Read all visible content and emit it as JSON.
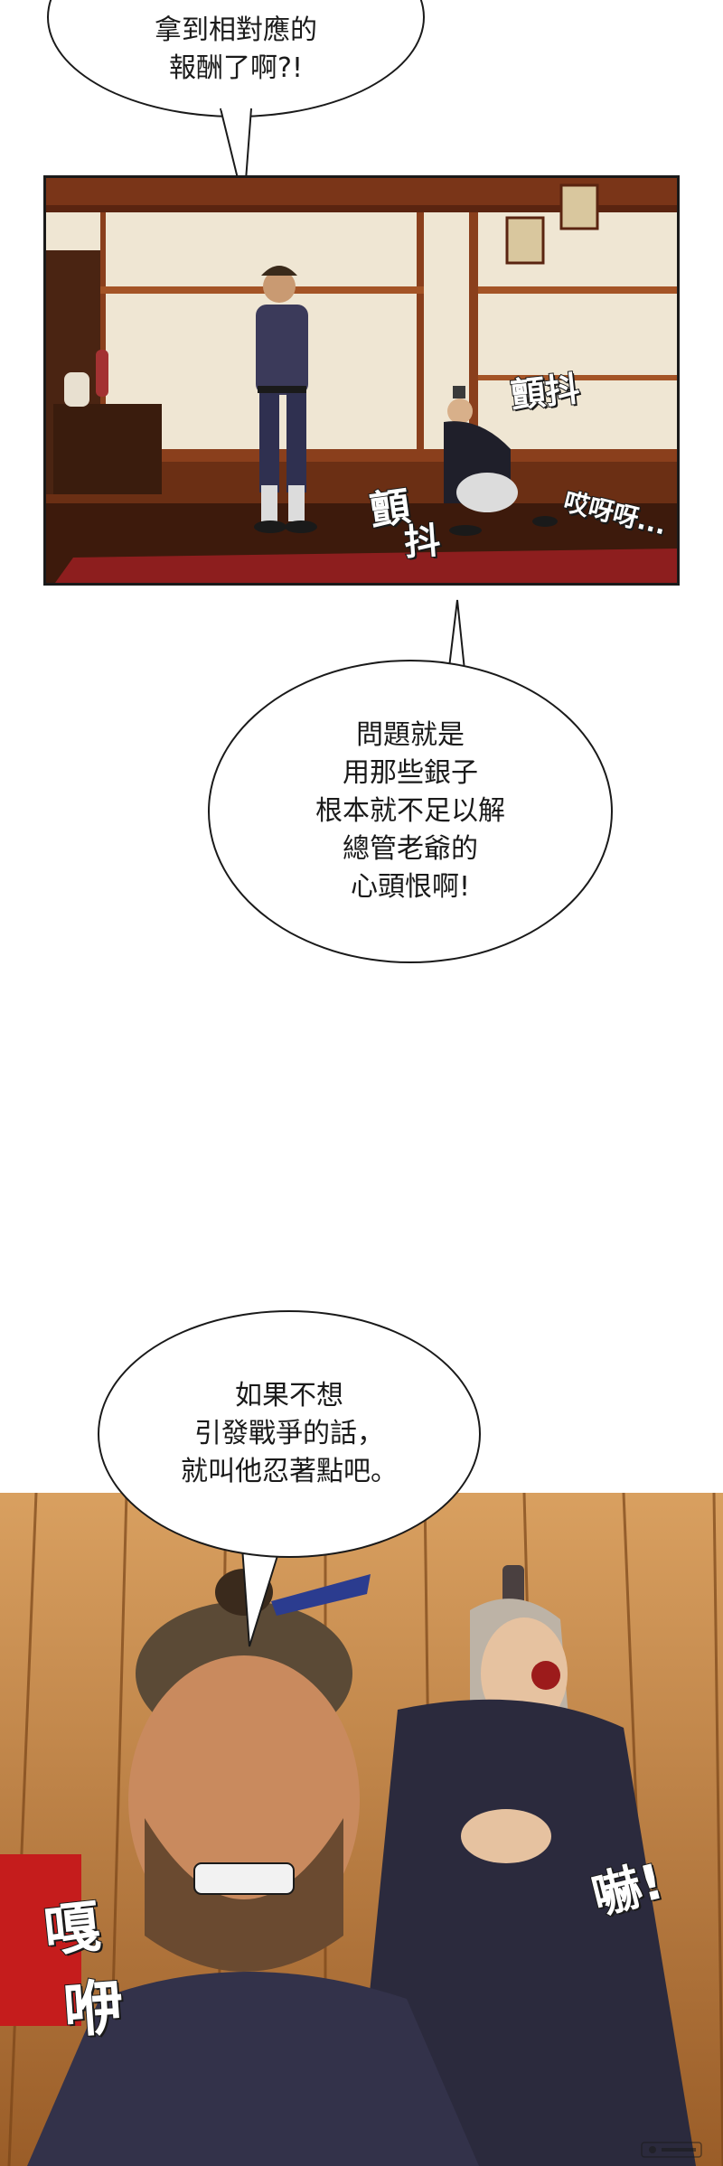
{
  "bubble_top": {
    "lines": [
      "拿到相對應的",
      "報酬了啊?!"
    ]
  },
  "panel_room": {
    "sfx_tremble_1": "顫抖",
    "sfx_tremble_2_top": "顫",
    "sfx_tremble_2_bottom": "抖",
    "sfx_whimper": "哎呀呀..."
  },
  "bubble_middle": {
    "lines": [
      "問題就是",
      "用那些銀子",
      "根本就不足以解",
      "總管老爺的",
      "心頭恨啊!"
    ]
  },
  "bubble_bottom": {
    "lines": [
      "如果不想",
      "引發戰爭的話，",
      "就叫他忍著點吧。"
    ]
  },
  "panel_closeup": {
    "sfx_grit_top": "嘎",
    "sfx_grit_bottom": "咿",
    "sfx_gasp": "嚇!"
  },
  "colors": {
    "ink": "#1a1a1a",
    "room_wall": "#efe6d3",
    "room_wood": "#8a3f1c",
    "room_carpet": "#8d1e1e",
    "floor_light": "#c98a45",
    "floor_dark": "#8e5422",
    "robe_dark": "#2b2a3d",
    "cloth_red": "#c51c1c"
  }
}
